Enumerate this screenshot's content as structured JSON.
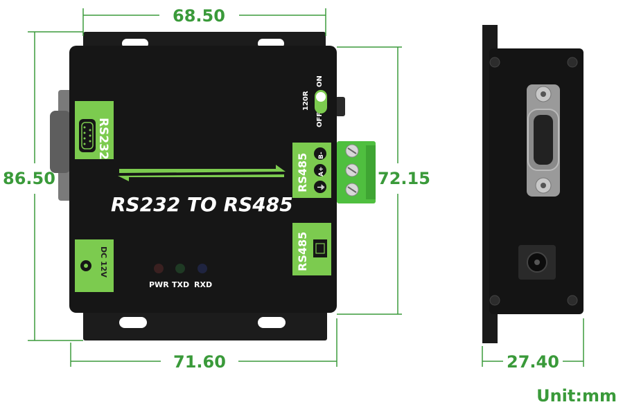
{
  "dimensions": {
    "top_width": "68.50",
    "bottom_width": "71.60",
    "left_height": "86.50",
    "right_height": "72.15",
    "side_width": "27.40"
  },
  "unit": "Unit:mm",
  "device": {
    "title": "RS232 TO RS485",
    "rs232_label": "RS232",
    "rs485_terminal_label": "RS485",
    "rs485_rj_label": "RS485",
    "dc_label": "DC 12V",
    "terminal_pins": [
      "B-",
      "A+",
      "⏚"
    ],
    "switch_label_120r": "120R",
    "switch_label_on": "ON",
    "switch_label_off": "OFF",
    "leds": [
      {
        "label": "PWR",
        "color": "#3a2020"
      },
      {
        "label": "TXD",
        "color": "#1f3a24"
      },
      {
        "label": "RXD",
        "color": "#1f2440"
      }
    ]
  },
  "colors": {
    "dimension_green": "#3a9a3a",
    "label_green": "#7ccb4f",
    "body_black": "#161616",
    "terminal_green": "#4fbf3f"
  }
}
